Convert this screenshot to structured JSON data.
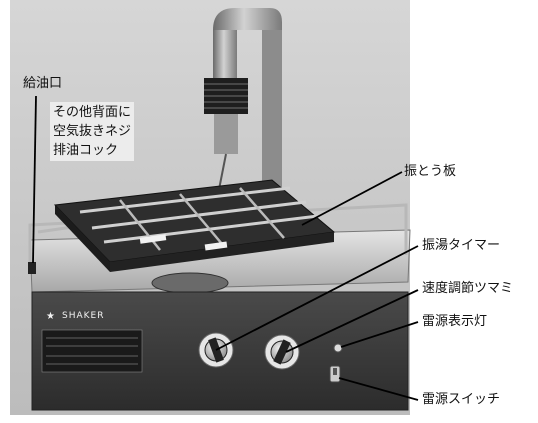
{
  "labels": {
    "oil_inlet": "給油口",
    "back_parts": "その他背面に\n空気抜きネジ\n排油コック",
    "shaking_plate": "振とう板",
    "timer": "振湯タイマー",
    "speed_knob": "速度調節ツマミ",
    "power_lamp": "雷源表示灯",
    "power_switch": "雷源スイッチ"
  },
  "device": {
    "brand": "SHAKER"
  },
  "colors": {
    "text": "#111111",
    "line": "#000000",
    "photo_background": "#c9c9c9",
    "body_front": "#3a3a3a",
    "tray": "#2e2e2e",
    "warning_label": "#1a1a1a"
  }
}
